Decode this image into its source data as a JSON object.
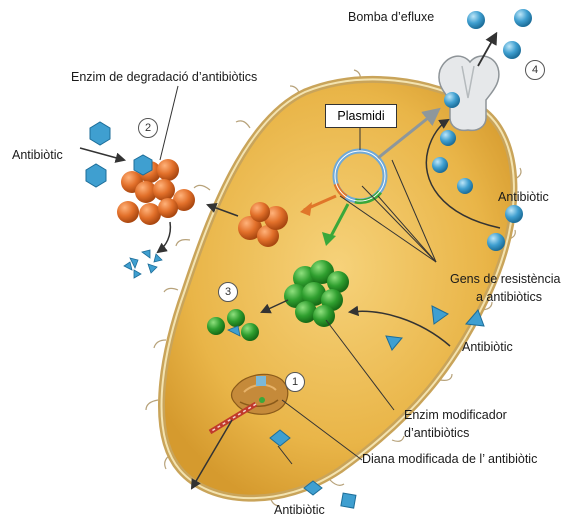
{
  "labels": {
    "efflux_pump": "Bomba d’efluxe",
    "degradation_enzyme": "Enzim de degradació d’antibiòtics",
    "antibiotic_left": "Antibiòtic",
    "plasmid": "Plasmidi",
    "antibiotic_right_top": "Antibiòtic",
    "resistance_genes_line1": "Gens de resistència",
    "resistance_genes_line2": "a antibiòtics",
    "antibiotic_right_bottom": "Antibiòtic",
    "modifying_enzyme_line1": "Enzim modificador",
    "modifying_enzyme_line2": "d’antibiòtics",
    "modified_target": "Diana modificada de l’ antibiòtic",
    "antibiotic_bottom": "Antibiòtic"
  },
  "step_numbers": [
    "1",
    "2",
    "3",
    "4"
  ],
  "colors": {
    "cell_fill": "#e8b94a",
    "cell_border": "#c9a45a",
    "degradation_enzyme": "#e0762a",
    "modifying_enzyme": "#3aa83a",
    "antibiotic": "#3f9fd0",
    "pump": "#e6e8ea",
    "arrow": "#333333",
    "plasmid_arrow": "#9aa3a8"
  }
}
